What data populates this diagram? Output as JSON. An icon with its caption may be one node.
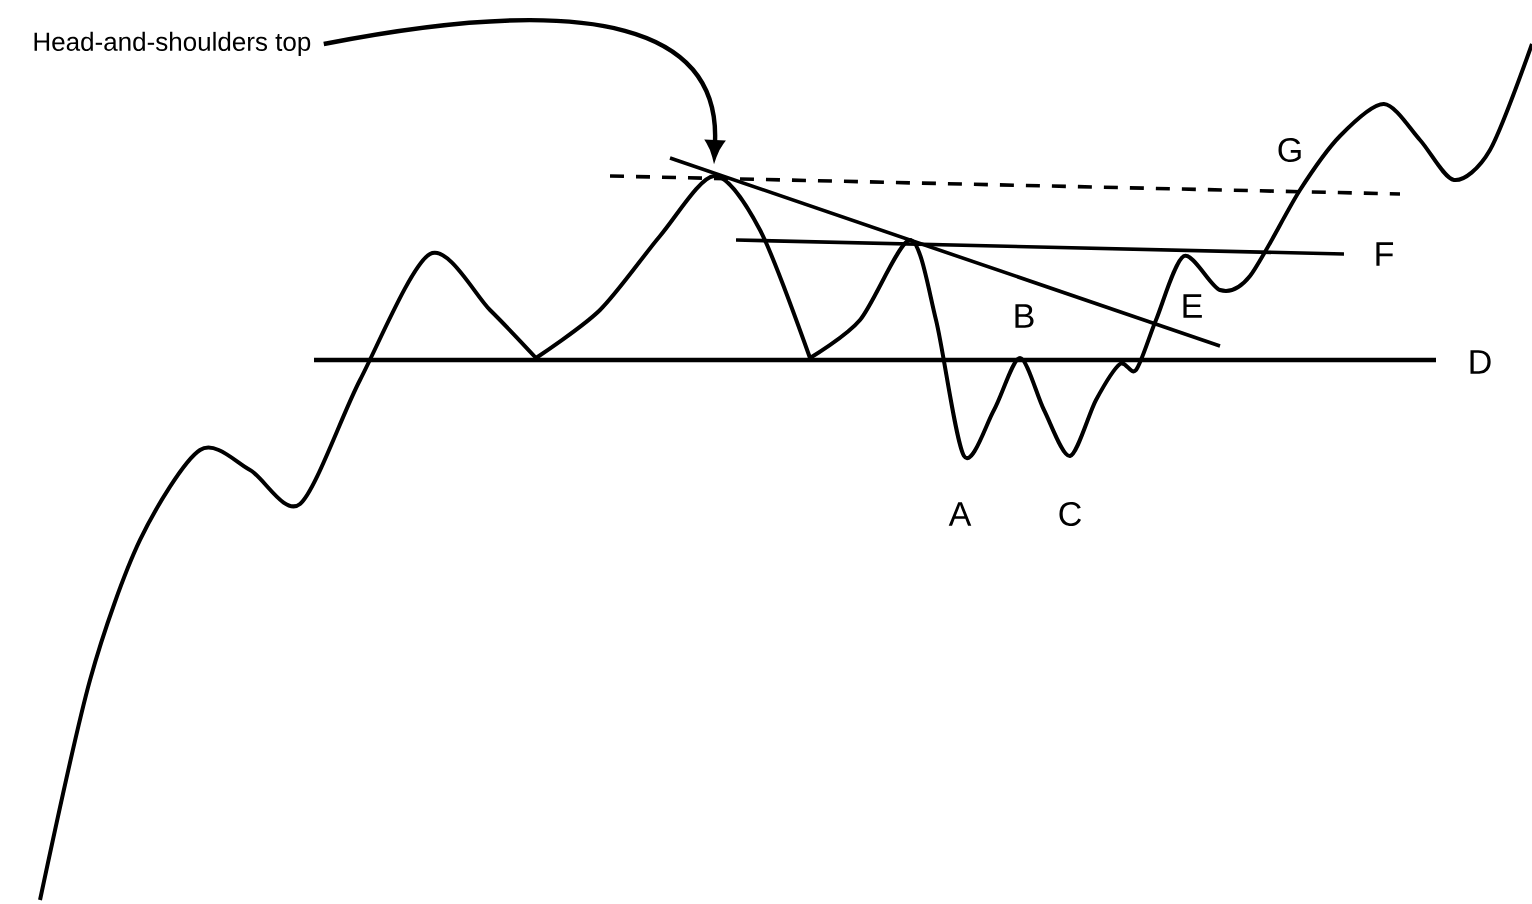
{
  "diagram": {
    "nodes": [
      {
        "text": [
          "Head-and-shoulders top"
        ]
      },
      {
        "text": [],
        "shape": "picture"
      }
    ],
    "edges": [
      {
        "from": 0,
        "to": 1,
        "arrow": "to"
      }
    ],
    "labels": [
      "G",
      "F",
      "B",
      "E",
      "D",
      "A",
      "C"
    ]
  }
}
